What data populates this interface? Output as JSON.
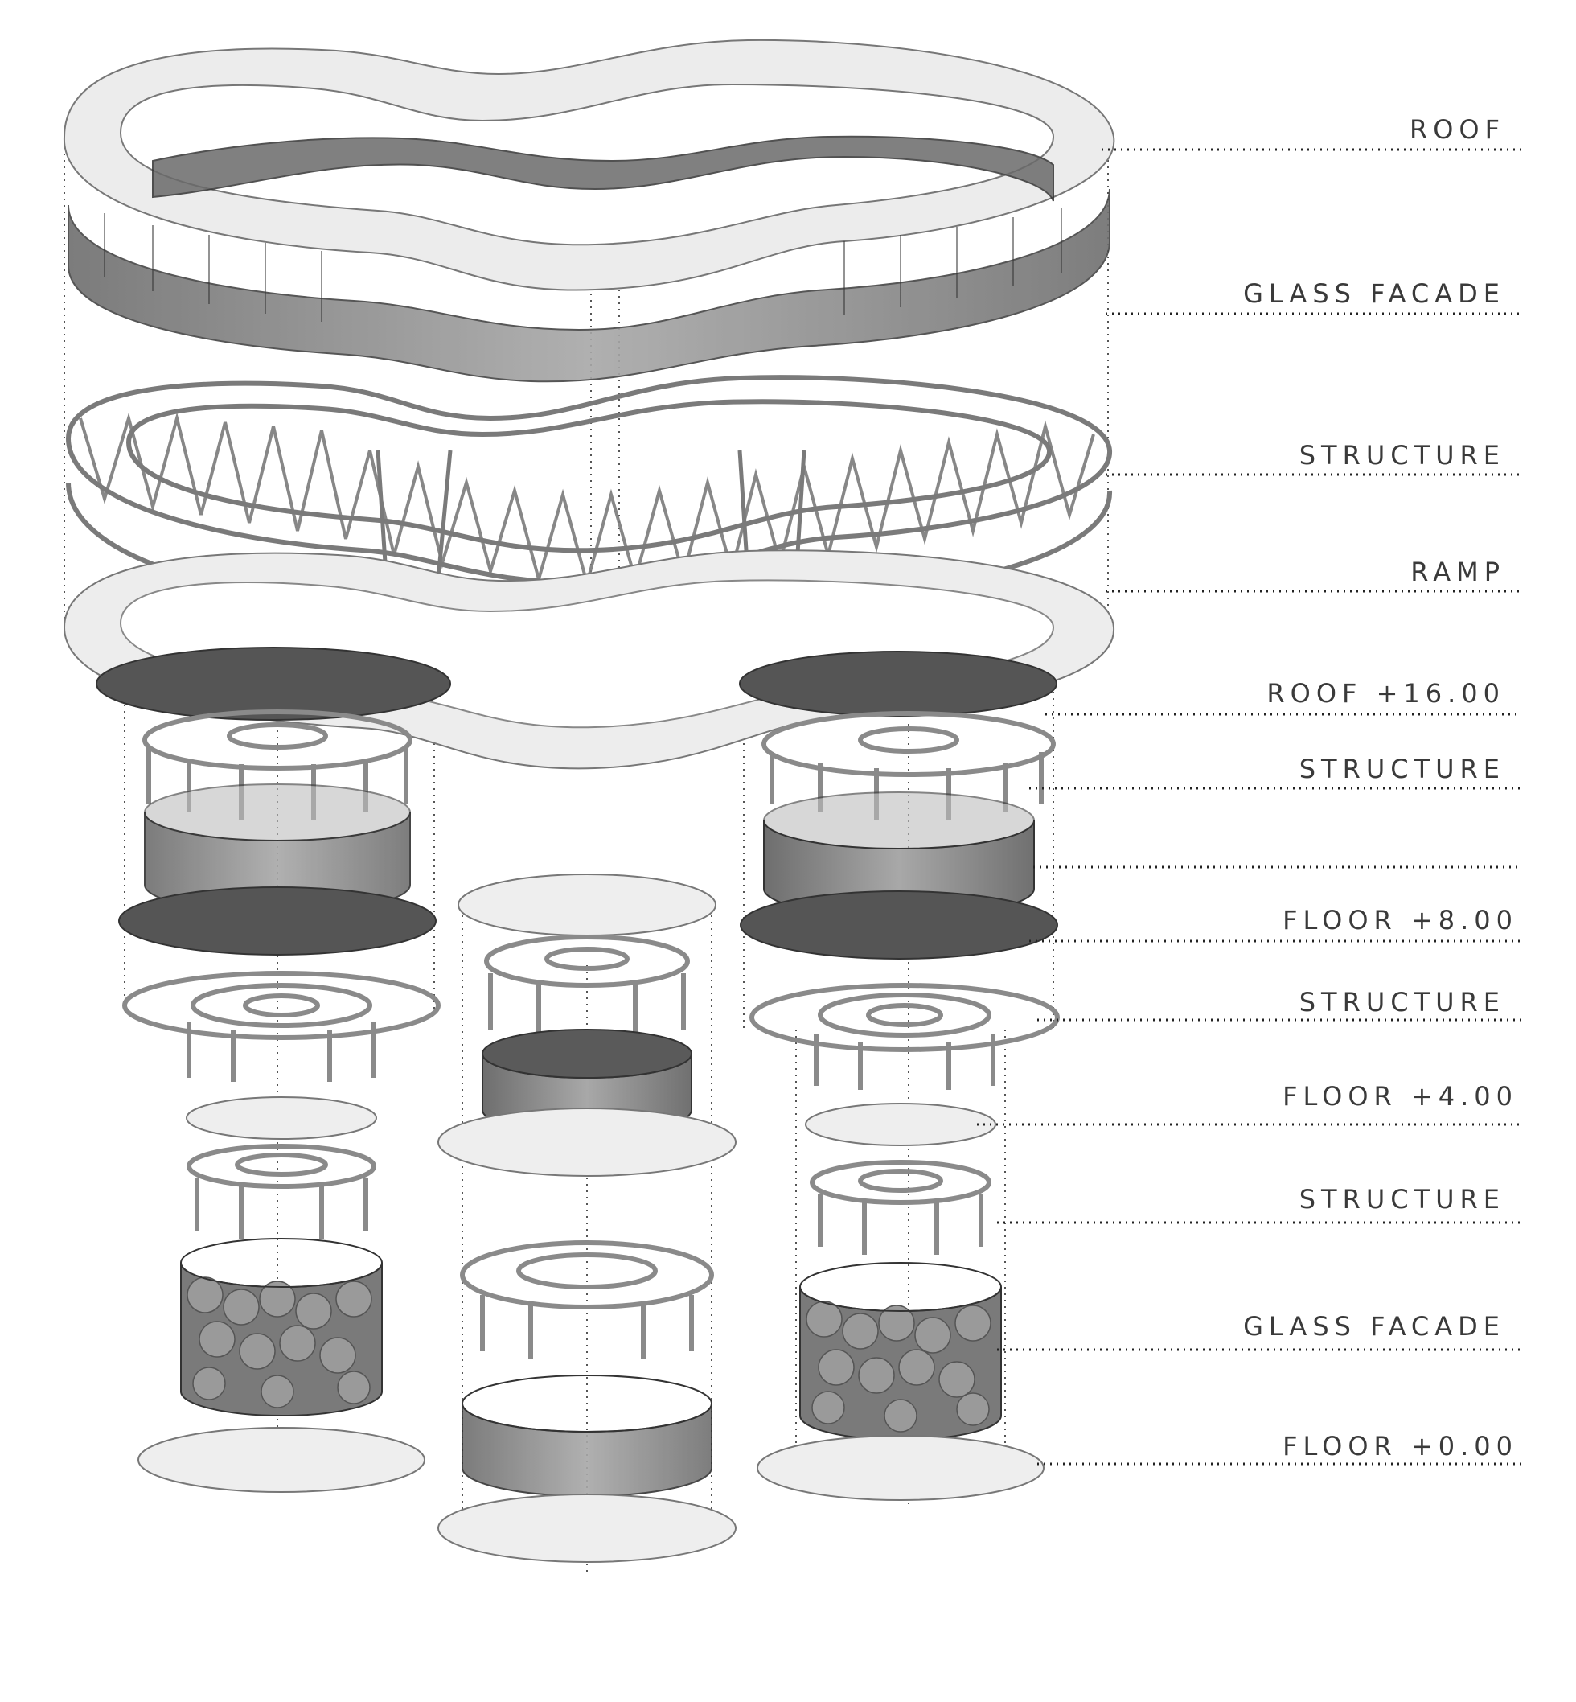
{
  "labels": [
    "ROOF",
    "GLASS FACADE",
    "STRUCTURE",
    "RAMP",
    "ROOF +16.00",
    "STRUCTURE",
    "",
    "FLOOR +8.00",
    "STRUCTURE",
    "FLOOR +4.00",
    "STRUCTURE",
    "GLASS FACADE",
    "FLOOR +0.00"
  ],
  "colors": {
    "ink": "#3a3a3a",
    "slab_light": "#eeeeee",
    "slab_dark": "#5a5a5a",
    "glass": "#8a8a8a",
    "frame": "#9a9a9a"
  }
}
